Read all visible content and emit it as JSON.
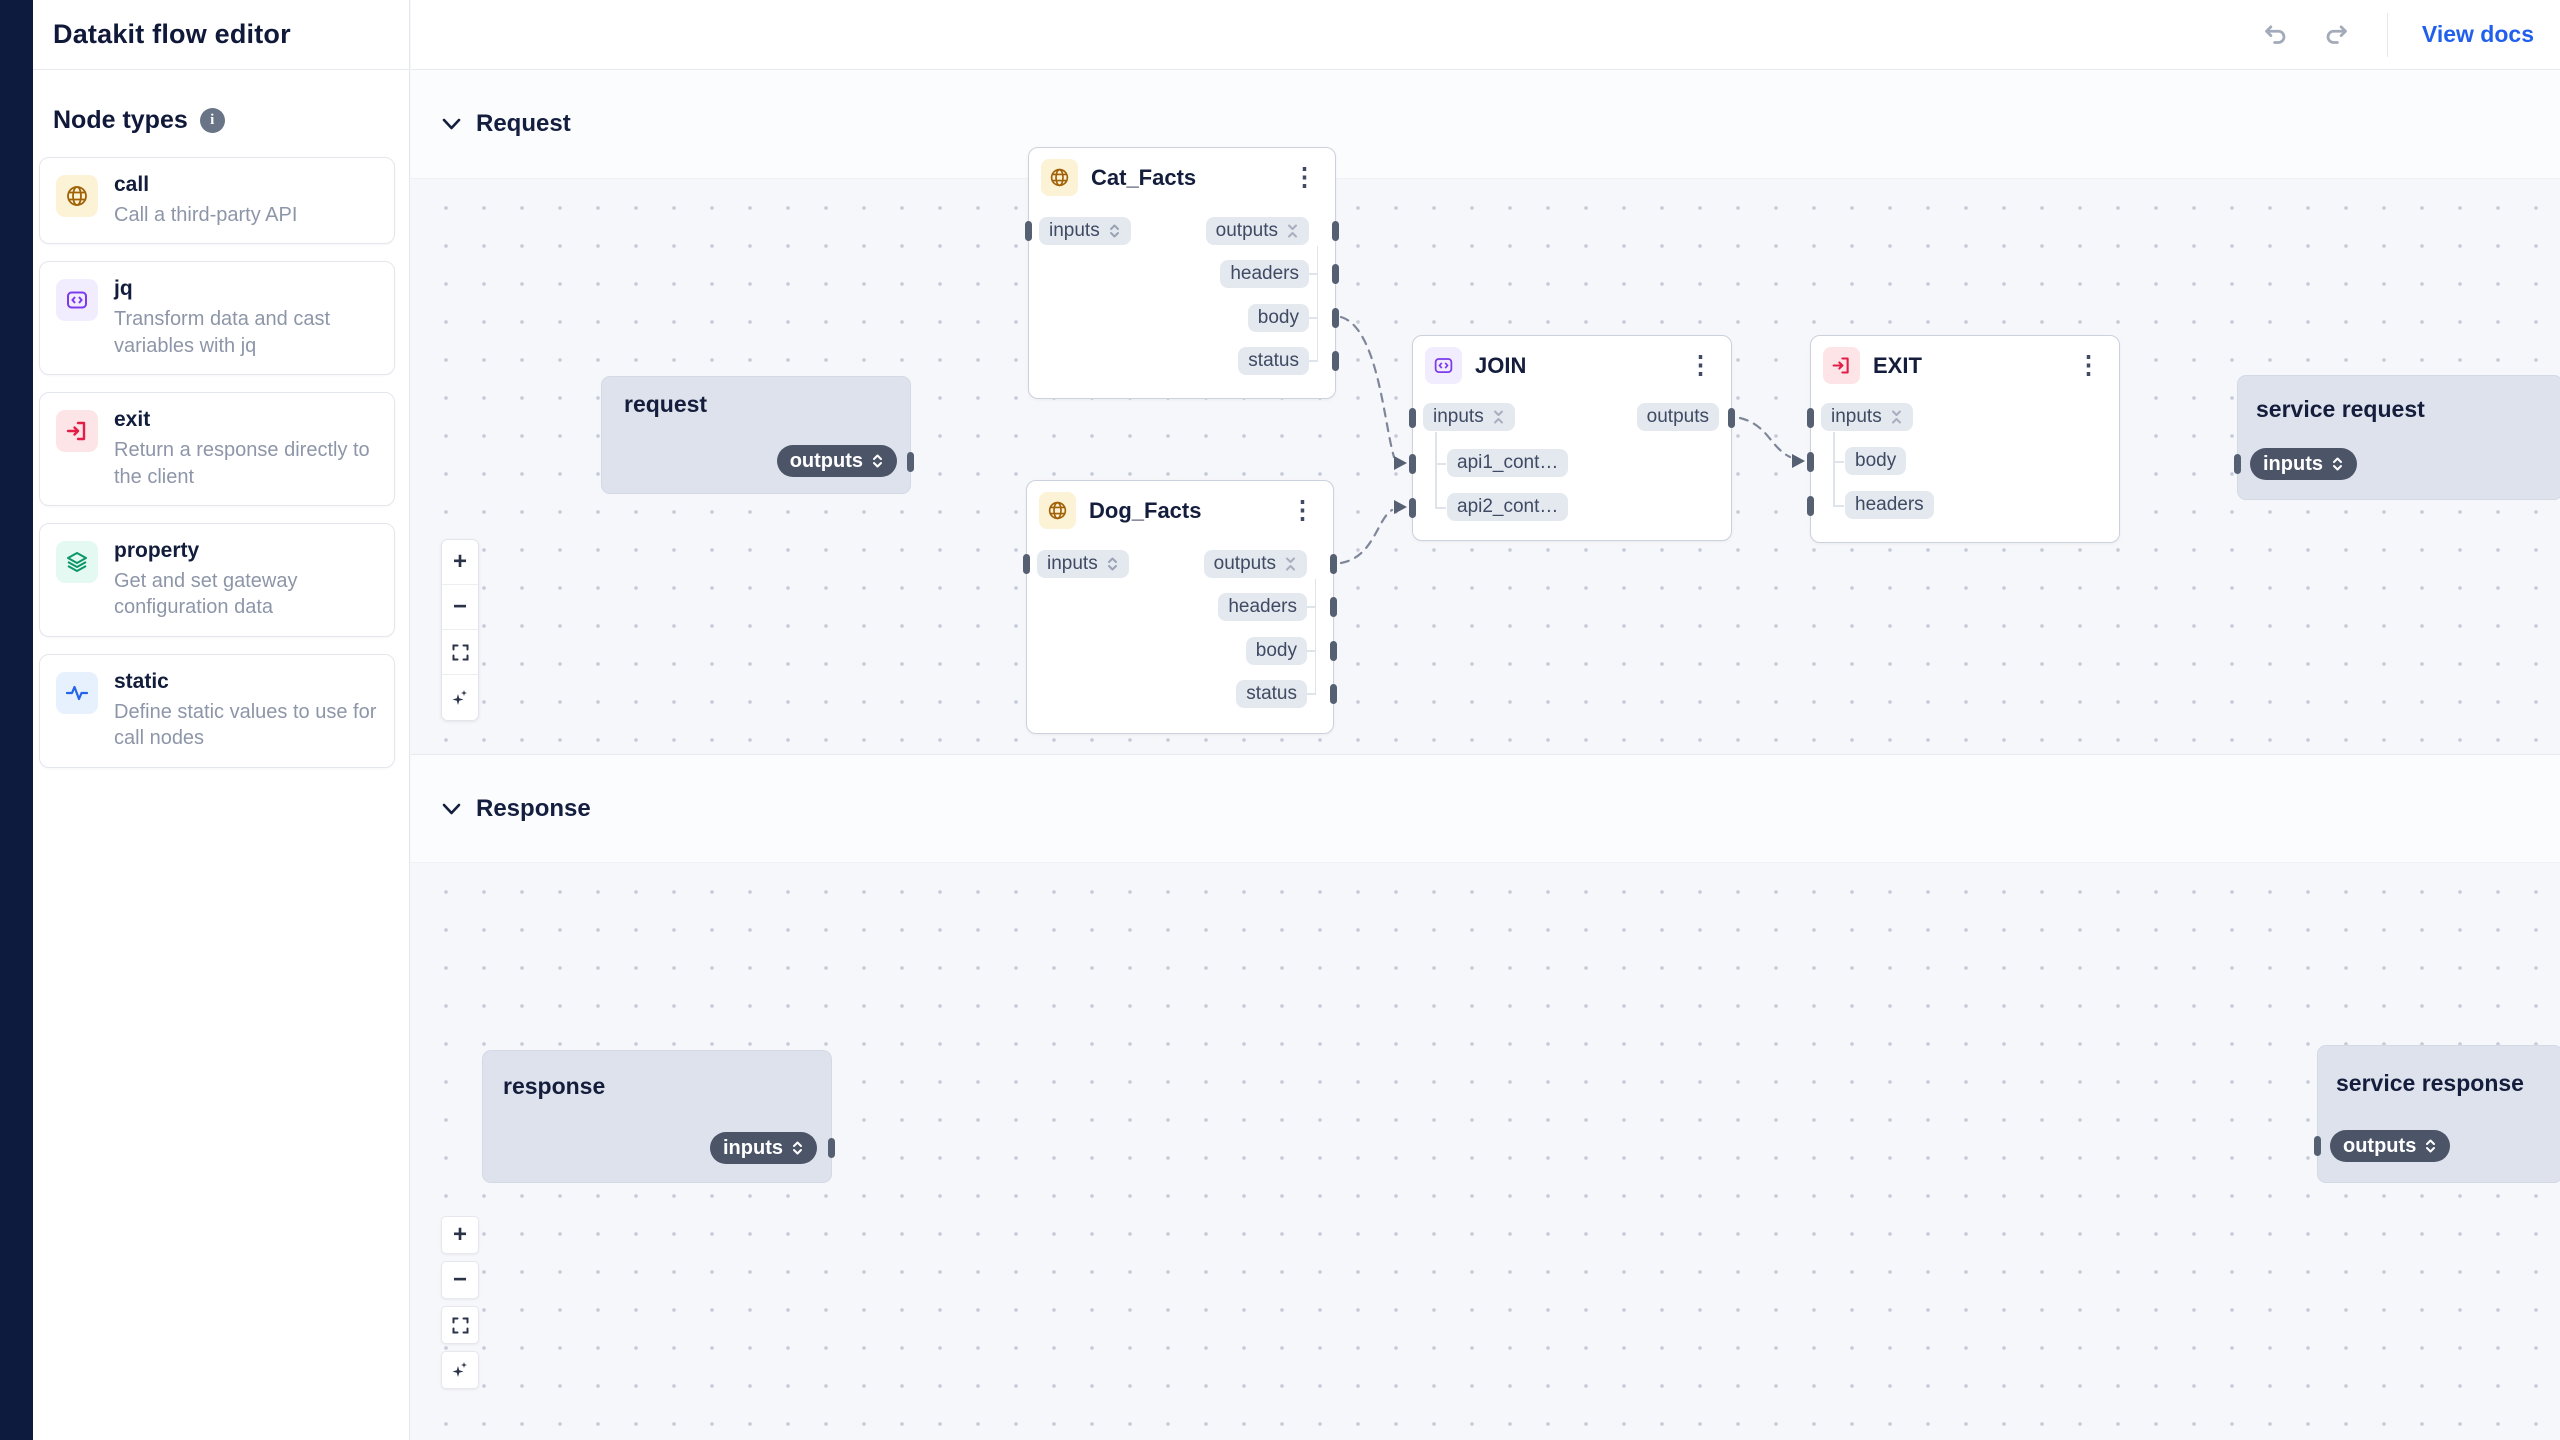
{
  "header": {
    "title": "Datakit flow editor",
    "view_docs": "View docs"
  },
  "sidebar": {
    "heading": "Node types",
    "items": [
      {
        "label": "call",
        "description": "Call a third-party API",
        "icon": "globe-icon"
      },
      {
        "label": "jq",
        "description": "Transform data and cast variables with jq",
        "icon": "code-icon"
      },
      {
        "label": "exit",
        "description": "Return a response directly to the client",
        "icon": "exit-icon"
      },
      {
        "label": "property",
        "description": "Get and set gateway configuration data",
        "icon": "layers-icon"
      },
      {
        "label": "static",
        "description": "Define static values to use for call nodes",
        "icon": "pulse-icon"
      }
    ]
  },
  "sections": {
    "request": "Request",
    "response": "Response"
  },
  "zoom_controls": {
    "zoom_in": "+",
    "zoom_out": "−"
  },
  "nodes": {
    "request": {
      "title": "request",
      "port_label": "outputs"
    },
    "cat_facts": {
      "title": "Cat_Facts",
      "inputs_label": "inputs",
      "outputs_label": "outputs",
      "children": [
        "headers",
        "body",
        "status"
      ]
    },
    "dog_facts": {
      "title": "Dog_Facts",
      "inputs_label": "inputs",
      "outputs_label": "outputs",
      "children": [
        "headers",
        "body",
        "status"
      ]
    },
    "join": {
      "title": "JOIN",
      "inputs_label": "inputs",
      "outputs_label": "outputs",
      "children": [
        "api1_cont…",
        "api2_cont…"
      ]
    },
    "exit": {
      "title": "EXIT",
      "inputs_label": "inputs",
      "children": [
        "body",
        "headers"
      ]
    },
    "service_request": {
      "title": "service request",
      "port_label": "inputs"
    },
    "response": {
      "title": "response",
      "port_label": "inputs"
    },
    "service_response": {
      "title": "service response",
      "port_label": "outputs"
    }
  },
  "colors": {
    "rail": "#0d1b3e",
    "accent_blue": "#2160ec",
    "call_icon": "#a16207",
    "jq_icon": "#7c3aed",
    "exit_icon": "#e11d48",
    "property_icon": "#0d9668",
    "static_icon": "#2563eb",
    "edge": "#7e8799"
  }
}
